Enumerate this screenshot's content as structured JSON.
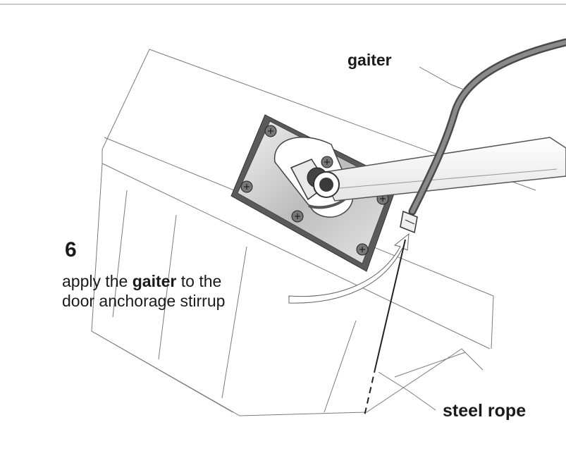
{
  "diagram": {
    "labels": {
      "gaiter": "gaiter",
      "steel_rope": "steel rope"
    },
    "step": {
      "number": "6",
      "text_before": "apply the ",
      "text_bold": "gaiter",
      "text_after": " to the",
      "text_line2": "door anchorage stirrup"
    },
    "colors": {
      "line": "#6e6e6e",
      "gaiter": "#6b6b6b",
      "plate": "#d9d9d9",
      "text": "#1a1a1a"
    }
  }
}
